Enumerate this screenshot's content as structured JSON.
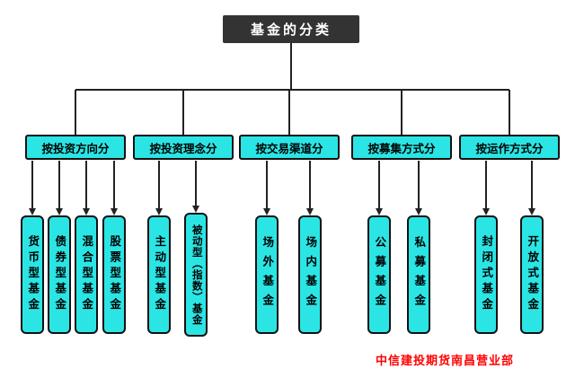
{
  "title": "基金的分类",
  "footer": "中信建投期货南昌营业部",
  "colors": {
    "node_fill": "#2be5e5",
    "node_border": "#111111",
    "title_fill": "#333333",
    "title_text": "#ffffff",
    "line_color": "#222222",
    "footer_text": "#ff0000"
  },
  "categories": [
    {
      "label": "按投资方向分",
      "children": [
        {
          "label": "货币型基金"
        },
        {
          "label": "债券型基金"
        },
        {
          "label": "混合型基金"
        },
        {
          "label": "股票型基金"
        }
      ]
    },
    {
      "label": "按投资理念分",
      "children": [
        {
          "label": "主动型基金"
        },
        {
          "label": "被动型（指数）基金"
        }
      ]
    },
    {
      "label": "按交易渠道分",
      "children": [
        {
          "label": "场外基金"
        },
        {
          "label": "场内基金"
        }
      ]
    },
    {
      "label": "按募集方式分",
      "children": [
        {
          "label": "公募基金"
        },
        {
          "label": "私募基金"
        }
      ]
    },
    {
      "label": "按运作方式分",
      "children": [
        {
          "label": "封闭式基金"
        },
        {
          "label": "开放式基金"
        }
      ]
    }
  ]
}
